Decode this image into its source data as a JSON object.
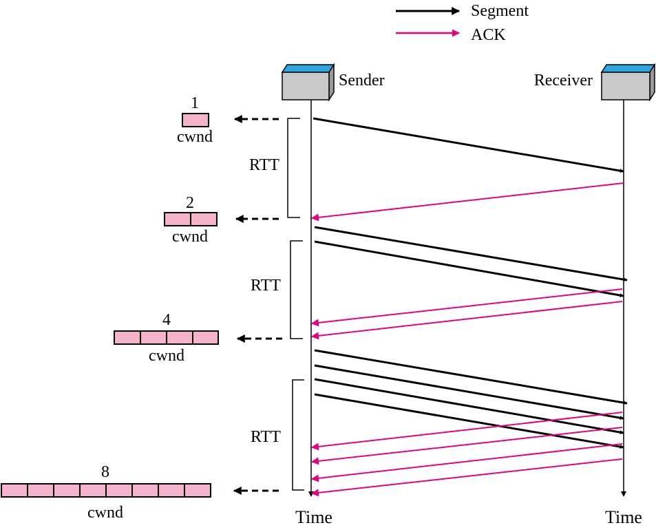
{
  "legend": {
    "segment_label": "Segment",
    "ack_label": "ACK"
  },
  "hosts": {
    "sender_label": "Sender",
    "receiver_label": "Receiver"
  },
  "timelines": {
    "sender_time_label": "Time",
    "receiver_time_label": "Time"
  },
  "rounds": [
    {
      "window": "1",
      "window_caption": "cwnd",
      "rtt_label": "RTT"
    },
    {
      "window": "2",
      "window_caption": "cwnd",
      "rtt_label": "RTT"
    },
    {
      "window": "4",
      "window_caption": "cwnd",
      "rtt_label": "RTT"
    },
    {
      "window": "8",
      "window_caption": "cwnd"
    }
  ],
  "colors": {
    "segment": "#000000",
    "ack": "#e6007e",
    "cwnd_fill": "#f4b3cb",
    "host_top": "#2aa6e0",
    "host_body": "#c9c9c9"
  }
}
